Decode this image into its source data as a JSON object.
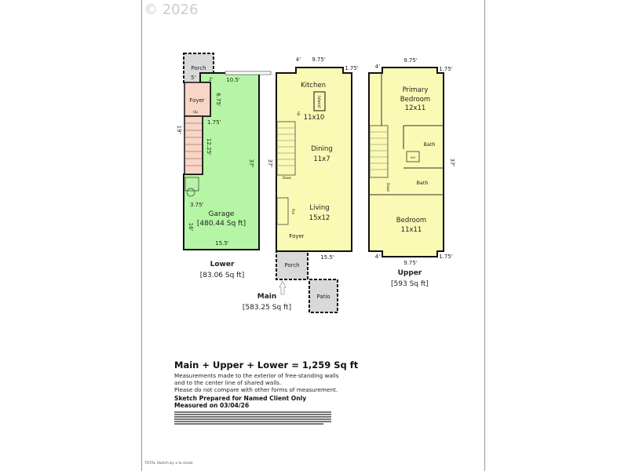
{
  "watermark": "© 2026",
  "lower": {
    "title": "Lower",
    "area": "[83.06 Sq ft]",
    "rooms": {
      "porch": "Porch",
      "foyer": "Foyer",
      "up": "Up",
      "garage": "Garage",
      "garage_area": "[480.44 Sq ft]"
    },
    "dims": [
      "5'",
      "2'",
      "10.5'",
      "6.75'",
      "1.75'",
      "19'",
      "12.25'",
      "37'",
      "3.75'",
      "16'",
      "15.5'"
    ]
  },
  "main": {
    "title": "Main",
    "area": "[583.25 Sq ft]",
    "rooms": {
      "kitchen": "Kitchen",
      "island": "Island",
      "kitchen_size": "11x10",
      "dining": "Dining",
      "dining_size": "11x7",
      "living": "Living",
      "living_size": "15x12",
      "foyer": "Foyer",
      "porch": "Porch",
      "patio": "Patio",
      "up": "Up",
      "down": "Down",
      "fire": "Fire"
    },
    "dims": [
      "4'",
      "9.75'",
      "1.75'",
      "37'",
      "15.5'"
    ]
  },
  "upper": {
    "title": "Upper",
    "area": "[593 Sq ft]",
    "rooms": {
      "primary": "Primary",
      "primary2": "Bedroom",
      "primary_size": "12x11",
      "bath1": "Bath",
      "bath2": "Bath",
      "closet": "3x3",
      "down": "Down",
      "bedroom": "Bedroom",
      "bedroom_size": "11x11"
    },
    "dims": [
      "4'",
      "9.75'",
      "1.75'",
      "37'",
      "4'",
      "9.75'",
      "1.75'"
    ]
  },
  "colors": {
    "garage": "#b6f5a5",
    "foyer": "#f7d6c8",
    "living": "#fafab4",
    "porch": "#d9d9d9"
  },
  "summary": {
    "total": "Main + Upper + Lower = 1,259 Sq ft",
    "note1": "Measurements made to the exterior of free-standing walls",
    "note2": "and to the center line of shared walls.",
    "note3": "Please do not compare with other forms of measurement.",
    "prepared": "Sketch Prepared for Named Client Only",
    "measured": "Measured on 03/04/26"
  },
  "credit": "TOTAL Sketch by a la mode"
}
